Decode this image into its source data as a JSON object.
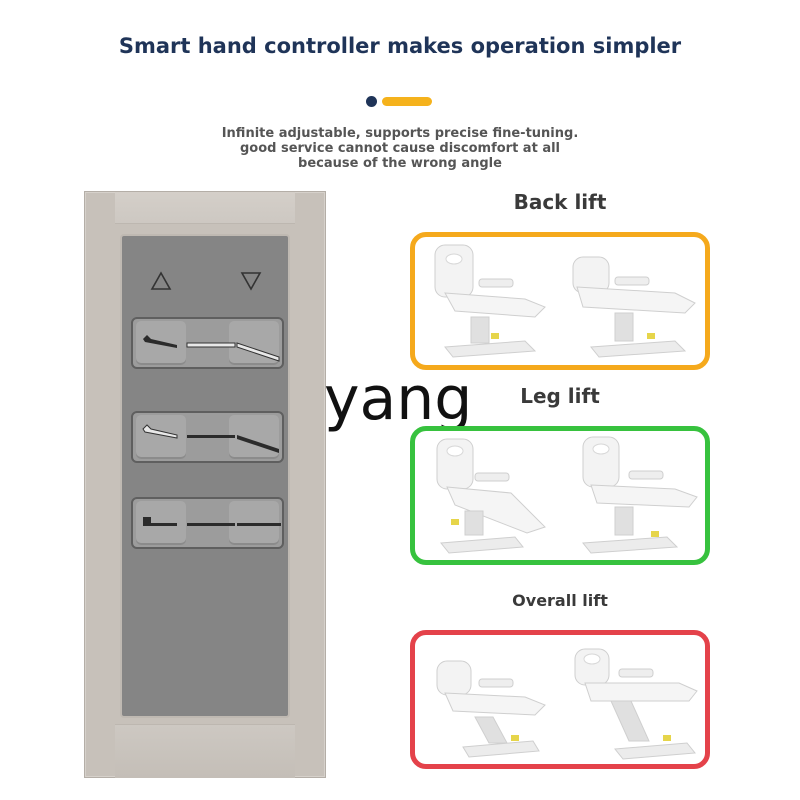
{
  "header": {
    "title": "Smart hand controller makes operation simpler",
    "description_lines": [
      "Infinite adjustable, supports precise fine-tuning.",
      "good service cannot cause discomfort at all",
      "because of the wrong angle"
    ]
  },
  "watermark": "yang",
  "controller": {
    "icons": [
      "triangle-up-icon",
      "triangle-down-icon",
      "back-lift-icon",
      "leg-lift-icon",
      "overall-lift-icon"
    ],
    "rows": 3
  },
  "sections": {
    "back_lift": {
      "label": "Back lift",
      "color": "#f5a91c"
    },
    "leg_lift": {
      "label": "Leg lift",
      "color": "#37c23e"
    },
    "overall_lift": {
      "label": "Overall lift",
      "color": "#e4424a"
    }
  },
  "colors": {
    "title": "#1f3458",
    "accent_navy": "#1f3458",
    "accent_yellow": "#f5b21c",
    "controller_shell": "#c7c1ba",
    "controller_panel": "#858585"
  }
}
